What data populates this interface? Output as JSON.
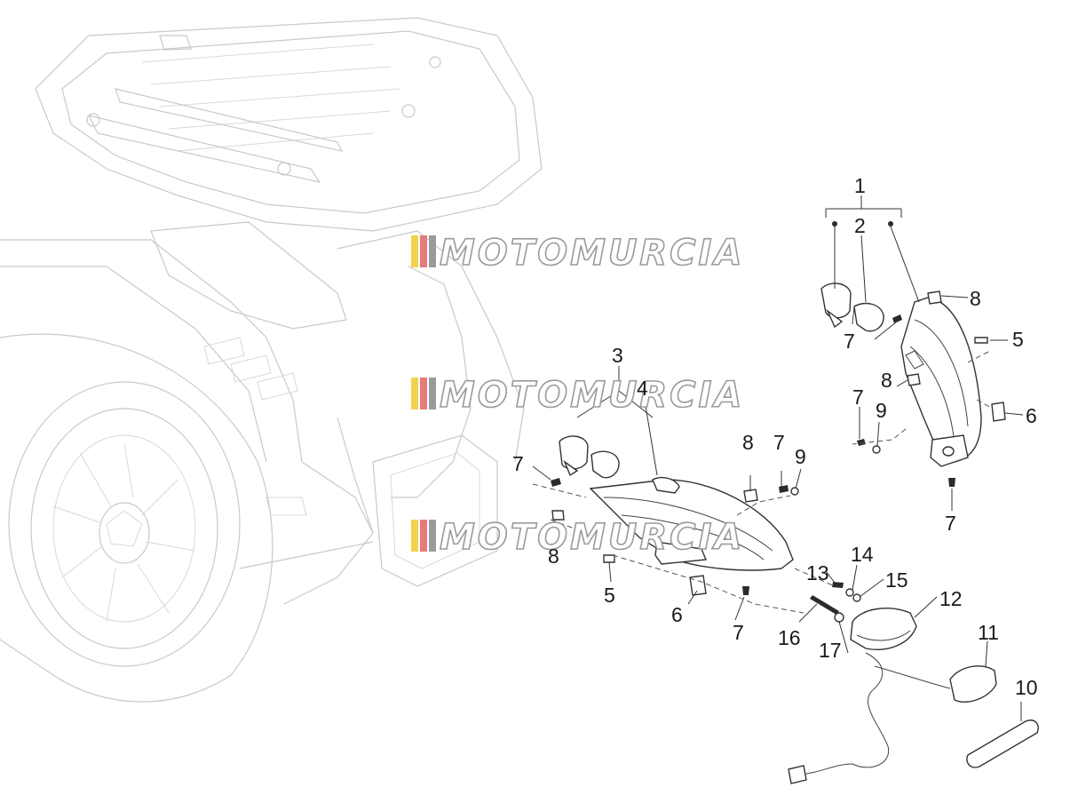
{
  "watermark": {
    "text": "MOTOMURCIA",
    "stripe_colors": [
      "#f2d24b",
      "#e87a7a",
      "#9a9a9a"
    ]
  },
  "callouts": [
    "1",
    "2",
    "8",
    "7",
    "5",
    "8",
    "7",
    "9",
    "6",
    "7",
    "3",
    "4",
    "7",
    "8",
    "7",
    "9",
    "8",
    "5",
    "6",
    "7",
    "13",
    "14",
    "15",
    "12",
    "16",
    "17",
    "11",
    "10"
  ]
}
